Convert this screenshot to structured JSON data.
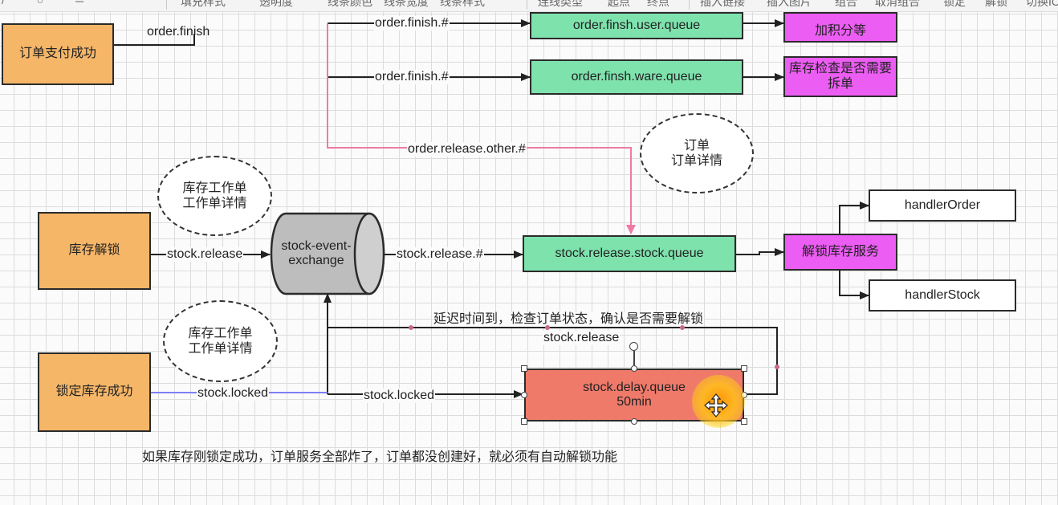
{
  "toolbar": {
    "items": [
      "填充样式",
      "透明度",
      "线条颜色",
      "线条宽度",
      "线条样式",
      "连线类型",
      "起点",
      "终点",
      "插入链接",
      "插入图片",
      "组合",
      "取消组合",
      "锁定",
      "解锁",
      "切换ICON"
    ]
  },
  "nodes": {
    "order_pay_success": "订单支付成功",
    "user_queue": "order.finsh.user.queue",
    "points": "加积分等",
    "ware_queue": "order.finsh.ware.queue",
    "stock_check": "库存检查是否需要拆单",
    "stock_unlock": "库存解锁",
    "exchange": "stock-event-exchange",
    "release_stock_queue": "stock.release.stock.queue",
    "unlock_service": "解锁库存服务",
    "handler_order": "handlerOrder",
    "handler_stock": "handlerStock",
    "lock_success": "锁定库存成功",
    "delay_queue_name": "stock.delay.queue",
    "delay_queue_ttl": "50min"
  },
  "ellipses": {
    "order_detail": "订单\n订单详情",
    "work_order_1": "库存工作单\n工作单详情",
    "work_order_2": "库存工作单\n工作单详情"
  },
  "edges": {
    "order_finish": "order.finish",
    "order_finish_user": "order.finish.#",
    "order_finish_ware": "order.finish.#",
    "order_release_other": "order.release.other.#",
    "stock_release_in": "stock.release",
    "stock_release_route": "stock.release.#",
    "stock_locked_in": "stock.locked",
    "stock_locked_route": "stock.locked",
    "delay_note": "延迟时间到，检查订单状态，确认是否需要解锁",
    "dead_letter_release": "stock.release"
  },
  "footer_note": "如果库存刚锁定成功，订单服务全部炸了，订单都没创建好，就必须有自动解锁功能",
  "colors": {
    "orange": "#f5b668",
    "green": "#7ee2ad",
    "magenta": "#ec5df3",
    "red": "#ef7a6a",
    "pink_line": "#ee7aa4",
    "blue_line": "#7f7ff5"
  }
}
